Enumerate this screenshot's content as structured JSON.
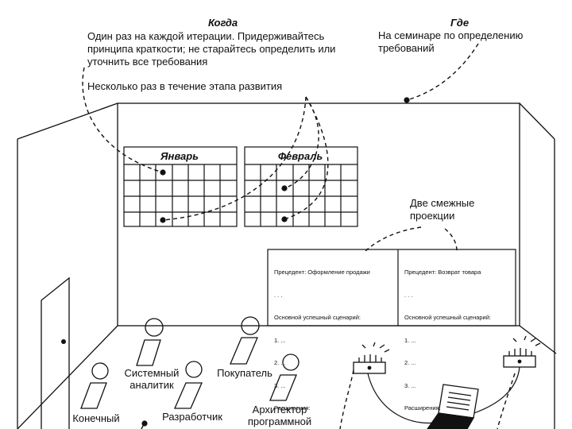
{
  "when": {
    "heading": "Когда",
    "line1": "Один раз на каждой итерации. Придерживайтесь",
    "line2": "принципа краткости; не старайтесь определить или",
    "line3": "уточнить все требования",
    "line4": "Несколько раз в течение этапа развития"
  },
  "where": {
    "heading": "Где",
    "line1": "На семинаре по определению",
    "line2": "требований"
  },
  "calendars": {
    "january": "Январь",
    "february": "Февраль"
  },
  "projections_note": {
    "line1": "Две смежные",
    "line2": "проекции"
  },
  "board": {
    "left": {
      "title": "Прецедент: Оформление продажи",
      "dots": ". . .",
      "scenario": "Основной успешный сценарий:",
      "items": [
        "1. ...",
        "2. ...",
        "3. ..."
      ],
      "extensions": "Расширения:"
    },
    "right": {
      "title": "Прецедент: Возврат товара",
      "dots": ". . .",
      "scenario": "Основной успешный сценарий:",
      "items": [
        "1. ...",
        "2. ...",
        "3. ..."
      ],
      "extensions": "Расширения:"
    }
  },
  "people": {
    "analyst_line1": "Системный",
    "analyst_line2": "аналитик",
    "customer": "Покупатель",
    "end_user": "Конечный",
    "developer": "Разработчик",
    "architect_line1": "Архитектор",
    "architect_line2": "программной"
  }
}
